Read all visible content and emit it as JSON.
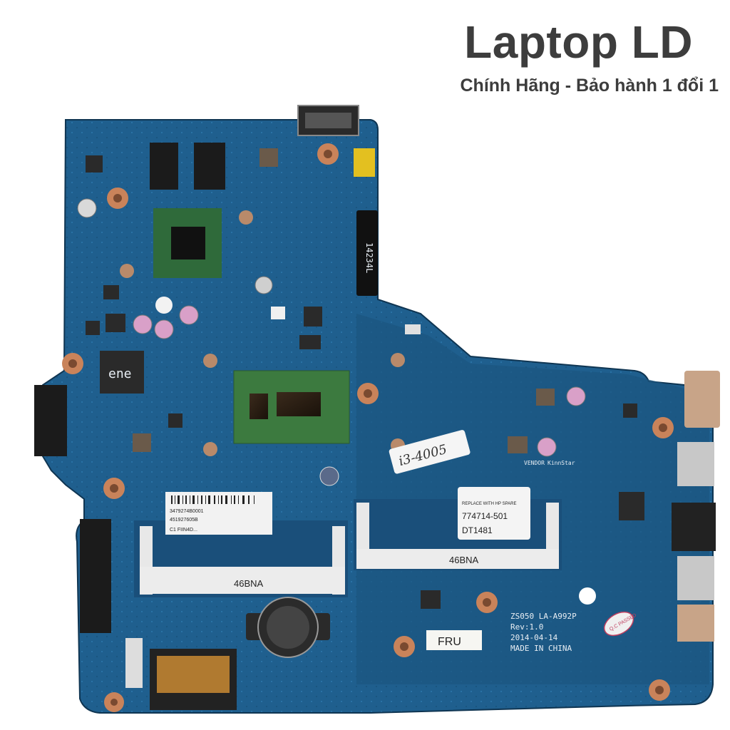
{
  "brand": {
    "title": "Laptop LD",
    "subtitle": "Chính Hãng - Bảo hành 1 đổi 1"
  },
  "board": {
    "model": "ZS050 LA-A992P",
    "revision": "Rev:1.0",
    "date": "2014-04-14",
    "origin": "MADE IN CHINA",
    "fru": "FRU",
    "ram_slot_code": "46BNA",
    "spare_part": "774714-501",
    "spare_label_header": "REPLACE WITH HP SPARE",
    "spare_sub": "DT1481",
    "handwritten": "i3-4005",
    "vendor": "VENDOR",
    "vendor_name": "KinnStar",
    "connector_code": "14234L",
    "qc": "Q.C PASSED",
    "chip_brand": "ene",
    "barcode_line1": "3479274B0001",
    "barcode_line2": "451927605B",
    "barcode_line3": "C1 FIIN4D..."
  },
  "colors": {
    "pcb": "#1f5f8e",
    "pcb_dark": "#174a70",
    "brand_text": "#3d3d3d"
  }
}
